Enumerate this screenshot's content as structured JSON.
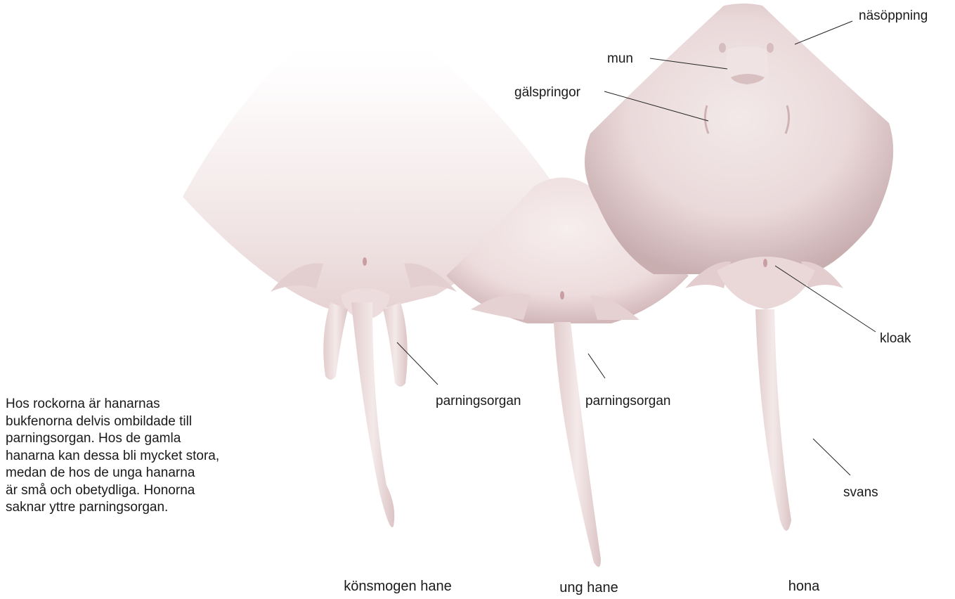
{
  "labels": {
    "nasoppning": "näsöppning",
    "mun": "mun",
    "galspringor": "gälspringor",
    "kloak": "kloak",
    "svans": "svans",
    "parningsorgan_left": "parningsorgan",
    "parningsorgan_mid": "parningsorgan"
  },
  "captions": {
    "mature_male": "könsmogen hane",
    "young_male": "ung hane",
    "female": "hona"
  },
  "description_lines": [
    "Hos rockorna är hanarnas",
    "bukfenorna delvis ombildade till",
    "parningsorgan. Hos de gamla",
    "hanarna kan dessa bli mycket stora,",
    "medan de hos de unga hanarna",
    "är små och obetydliga. Honorna",
    "saknar yttre parningsorgan."
  ]
}
